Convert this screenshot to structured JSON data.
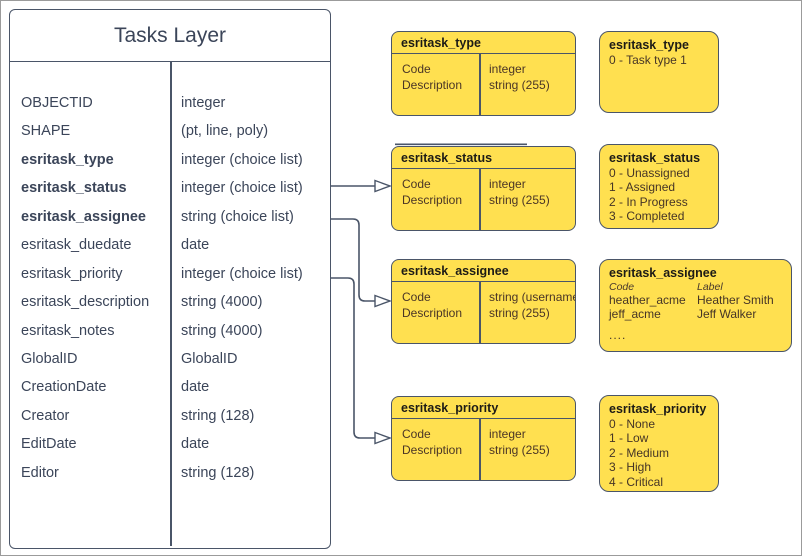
{
  "colors": {
    "box_fill_yellow": "#ffe050",
    "stroke_slate": "#4a5568",
    "table_text": "#3b4559",
    "yellow_text": "#4a3526"
  },
  "tasks_layer": {
    "title": "Tasks Layer",
    "fields": [
      {
        "name": "OBJECTID",
        "type": "integer"
      },
      {
        "name": "SHAPE",
        "type": "(pt, line, poly)"
      },
      {
        "name": "esritask_type",
        "type": "integer (choice list)"
      },
      {
        "name": "esritask_status",
        "type": "integer (choice list)"
      },
      {
        "name": "esritask_assignee",
        "type": "string (choice list)"
      },
      {
        "name": "esritask_duedate",
        "type": "date"
      },
      {
        "name": "esritask_priority",
        "type": "integer (choice list)"
      },
      {
        "name": "esritask_description",
        "type": "string (4000)"
      },
      {
        "name": "esritask_notes",
        "type": "string (4000)"
      },
      {
        "name": "GlobalID",
        "type": "GlobalID"
      },
      {
        "name": "CreationDate",
        "type": "date"
      },
      {
        "name": "Creator",
        "type": "string (128)"
      },
      {
        "name": "EditDate",
        "type": "date"
      },
      {
        "name": "Editor",
        "type": "string (128)"
      }
    ]
  },
  "domain_tables": [
    {
      "title": "esritask_type",
      "rows": [
        {
          "field": "Code",
          "type": "integer"
        },
        {
          "field": "Description",
          "type": "string (255)"
        }
      ]
    },
    {
      "title": "esritask_status",
      "rows": [
        {
          "field": "Code",
          "type": "integer"
        },
        {
          "field": "Description",
          "type": "string (255)"
        }
      ]
    },
    {
      "title": "esritask_assignee",
      "rows": [
        {
          "field": "Code",
          "type": "string (username)"
        },
        {
          "field": "Description",
          "type": "string (255)"
        }
      ]
    },
    {
      "title": "esritask_priority",
      "rows": [
        {
          "field": "Code",
          "type": "integer"
        },
        {
          "field": "Description",
          "type": "string (255)"
        }
      ]
    }
  ],
  "value_lists": {
    "type": {
      "title": "esritask_type",
      "items": [
        "0 - Task type 1"
      ]
    },
    "status": {
      "title": "esritask_status",
      "items": [
        "0 - Unassigned",
        "1 - Assigned",
        "2 - In Progress",
        "3 - Completed"
      ]
    },
    "assignee": {
      "title": "esritask_assignee",
      "col1_header": "Code",
      "col2_header": "Label",
      "pairs": [
        {
          "code": "heather_acme",
          "label": "Heather Smith"
        },
        {
          "code": "jeff_acme",
          "label": "Jeff Walker"
        }
      ],
      "more": "...."
    },
    "priority": {
      "title": "esritask_priority",
      "items": [
        "0 - None",
        "1 - Low",
        "2 - Medium",
        "3 - High",
        "4 - Critical"
      ]
    }
  }
}
